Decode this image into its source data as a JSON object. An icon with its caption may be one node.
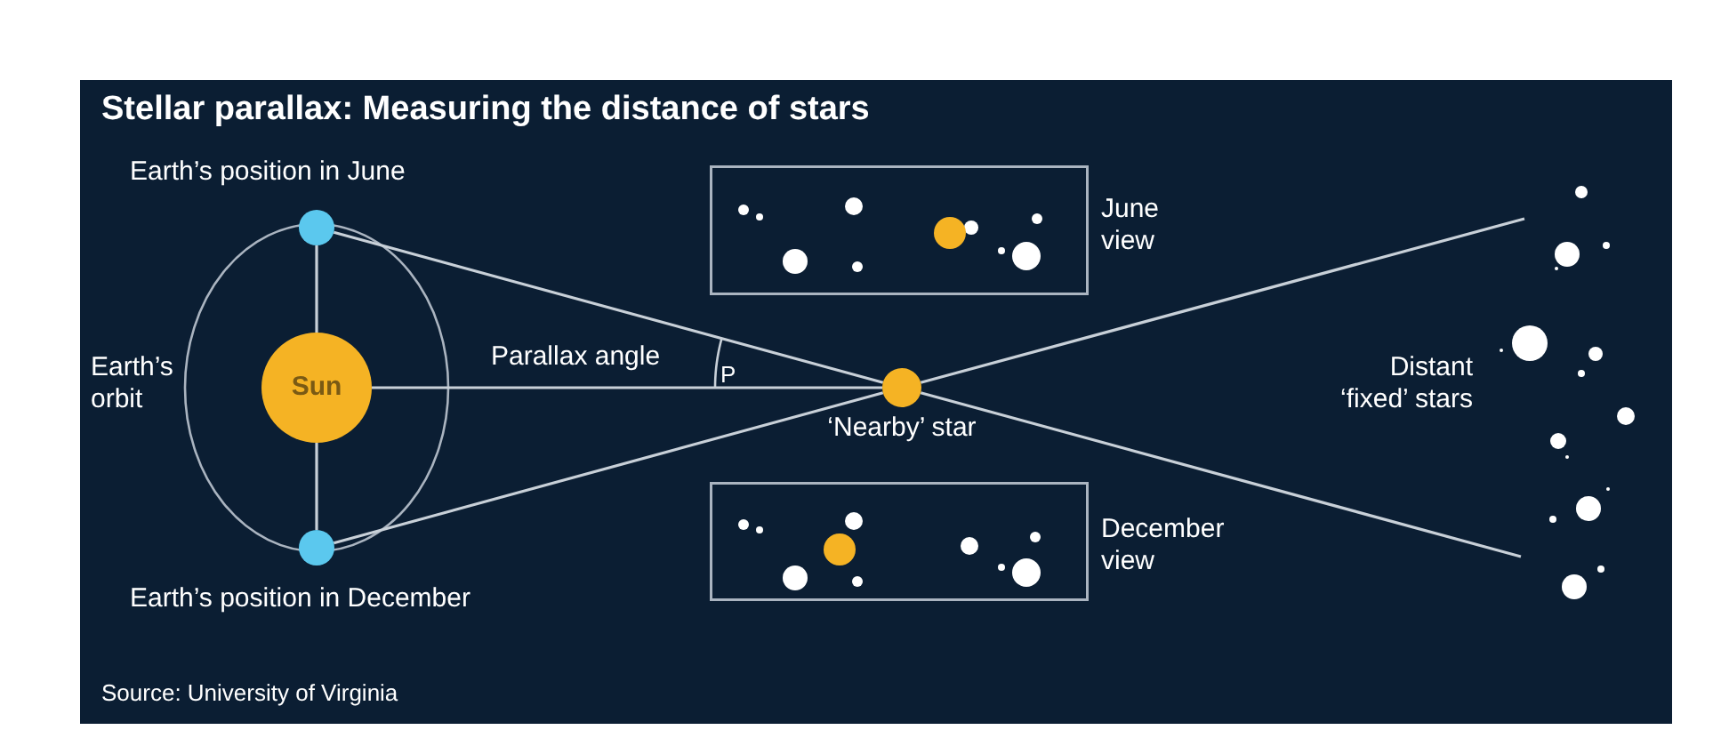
{
  "diagram": {
    "title": "Stellar parallax: Measuring the distance of stars",
    "caption": "Source: University of Virginia",
    "nodes": [
      {
        "text": [
          "Earth’s position in June"
        ]
      },
      {
        "text": [
          "Sun"
        ]
      },
      {
        "text": [
          "Earth’s position in December"
        ]
      },
      {
        "text": [
          "‘Nearby’ star"
        ]
      },
      {
        "text": [
          "June view"
        ]
      },
      {
        "text": [
          "December view"
        ]
      }
    ],
    "edges": [
      {
        "from": 0,
        "to": 1,
        "arrow": "none"
      },
      {
        "from": 1,
        "to": 2,
        "arrow": "none"
      },
      {
        "from": 1,
        "to": 3,
        "arrow": "none"
      },
      {
        "from": 0,
        "to": 3,
        "arrow": "none"
      },
      {
        "from": 2,
        "to": 3,
        "arrow": "none"
      },
      {
        "from": 3,
        "to": null,
        "arrow": "none"
      },
      {
        "from": 3,
        "to": null,
        "arrow": "none"
      }
    ],
    "labels": [
      "Earth’s orbit",
      "Parallax angle",
      "P",
      "Distant ‘fixed’ stars"
    ]
  }
}
